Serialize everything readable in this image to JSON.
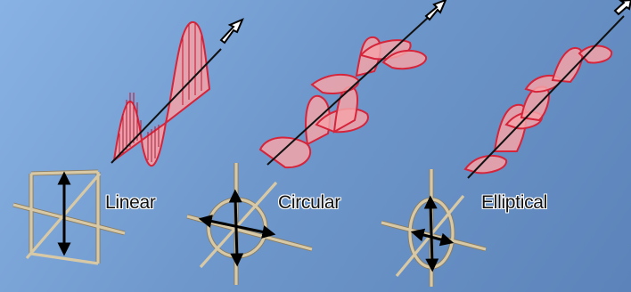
{
  "labels": {
    "linear": "Linear",
    "circular": "Circular",
    "elliptical": "Elliptical"
  },
  "colors": {
    "background": "#7aa3d6",
    "wave_fill": "#f5a3a8",
    "wave_stroke": "#d6243a",
    "frame": "#d8c9a6"
  }
}
